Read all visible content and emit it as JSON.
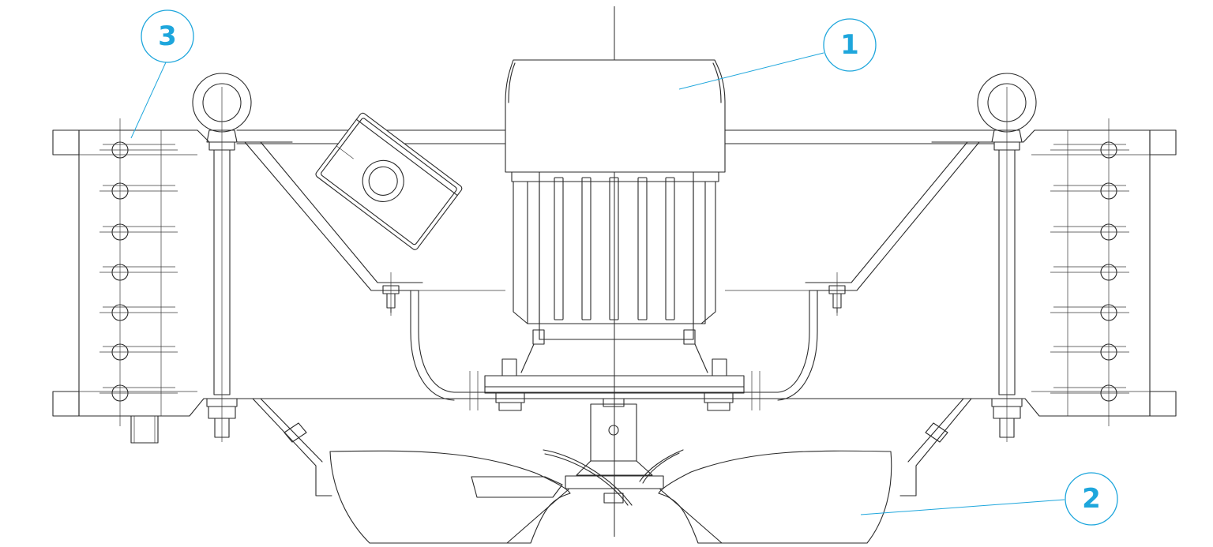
{
  "colors": {
    "callout": "#1ea6dc",
    "line": "#2a2a2a",
    "background": "#ffffff"
  },
  "callouts": [
    {
      "id": "1",
      "label": "1"
    },
    {
      "id": "2",
      "label": "2"
    },
    {
      "id": "3",
      "label": "3"
    }
  ]
}
